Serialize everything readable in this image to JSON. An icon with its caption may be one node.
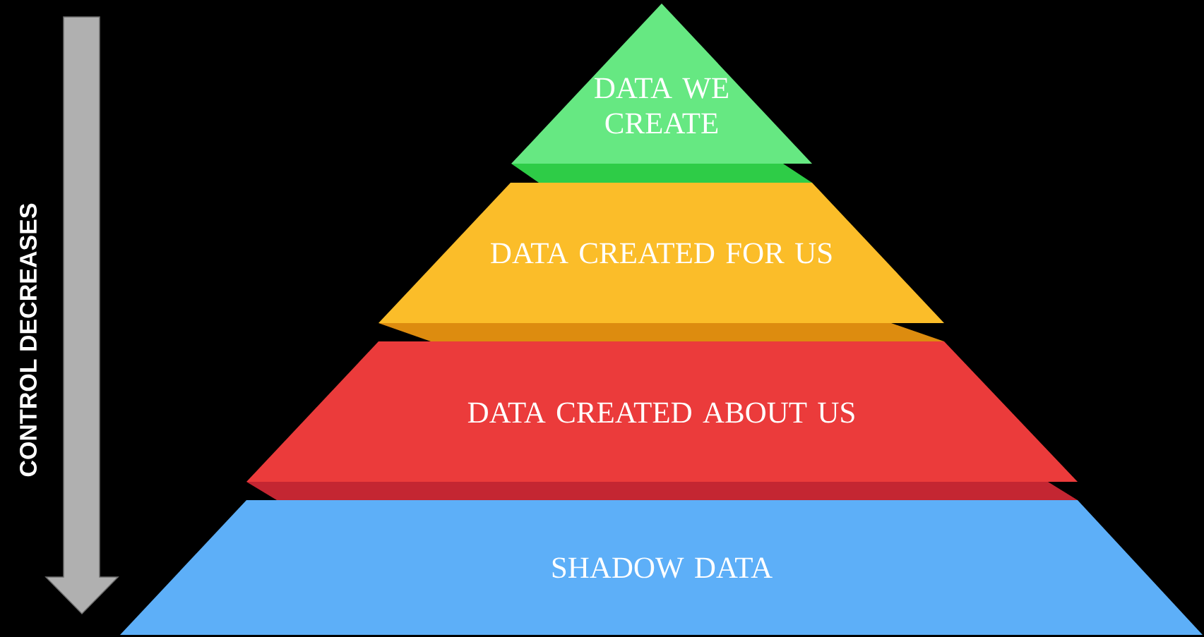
{
  "diagram": {
    "nodes": [
      {
        "text": [
          "DATA WE CREATE"
        ]
      },
      {
        "text": [
          "DATA CREATED FOR US"
        ]
      },
      {
        "text": [
          "DATA CREATED ABOUT US"
        ]
      },
      {
        "text": [
          "SHADOW DATA"
        ]
      }
    ],
    "labels": [
      "CONTROL DECREASES"
    ]
  }
}
